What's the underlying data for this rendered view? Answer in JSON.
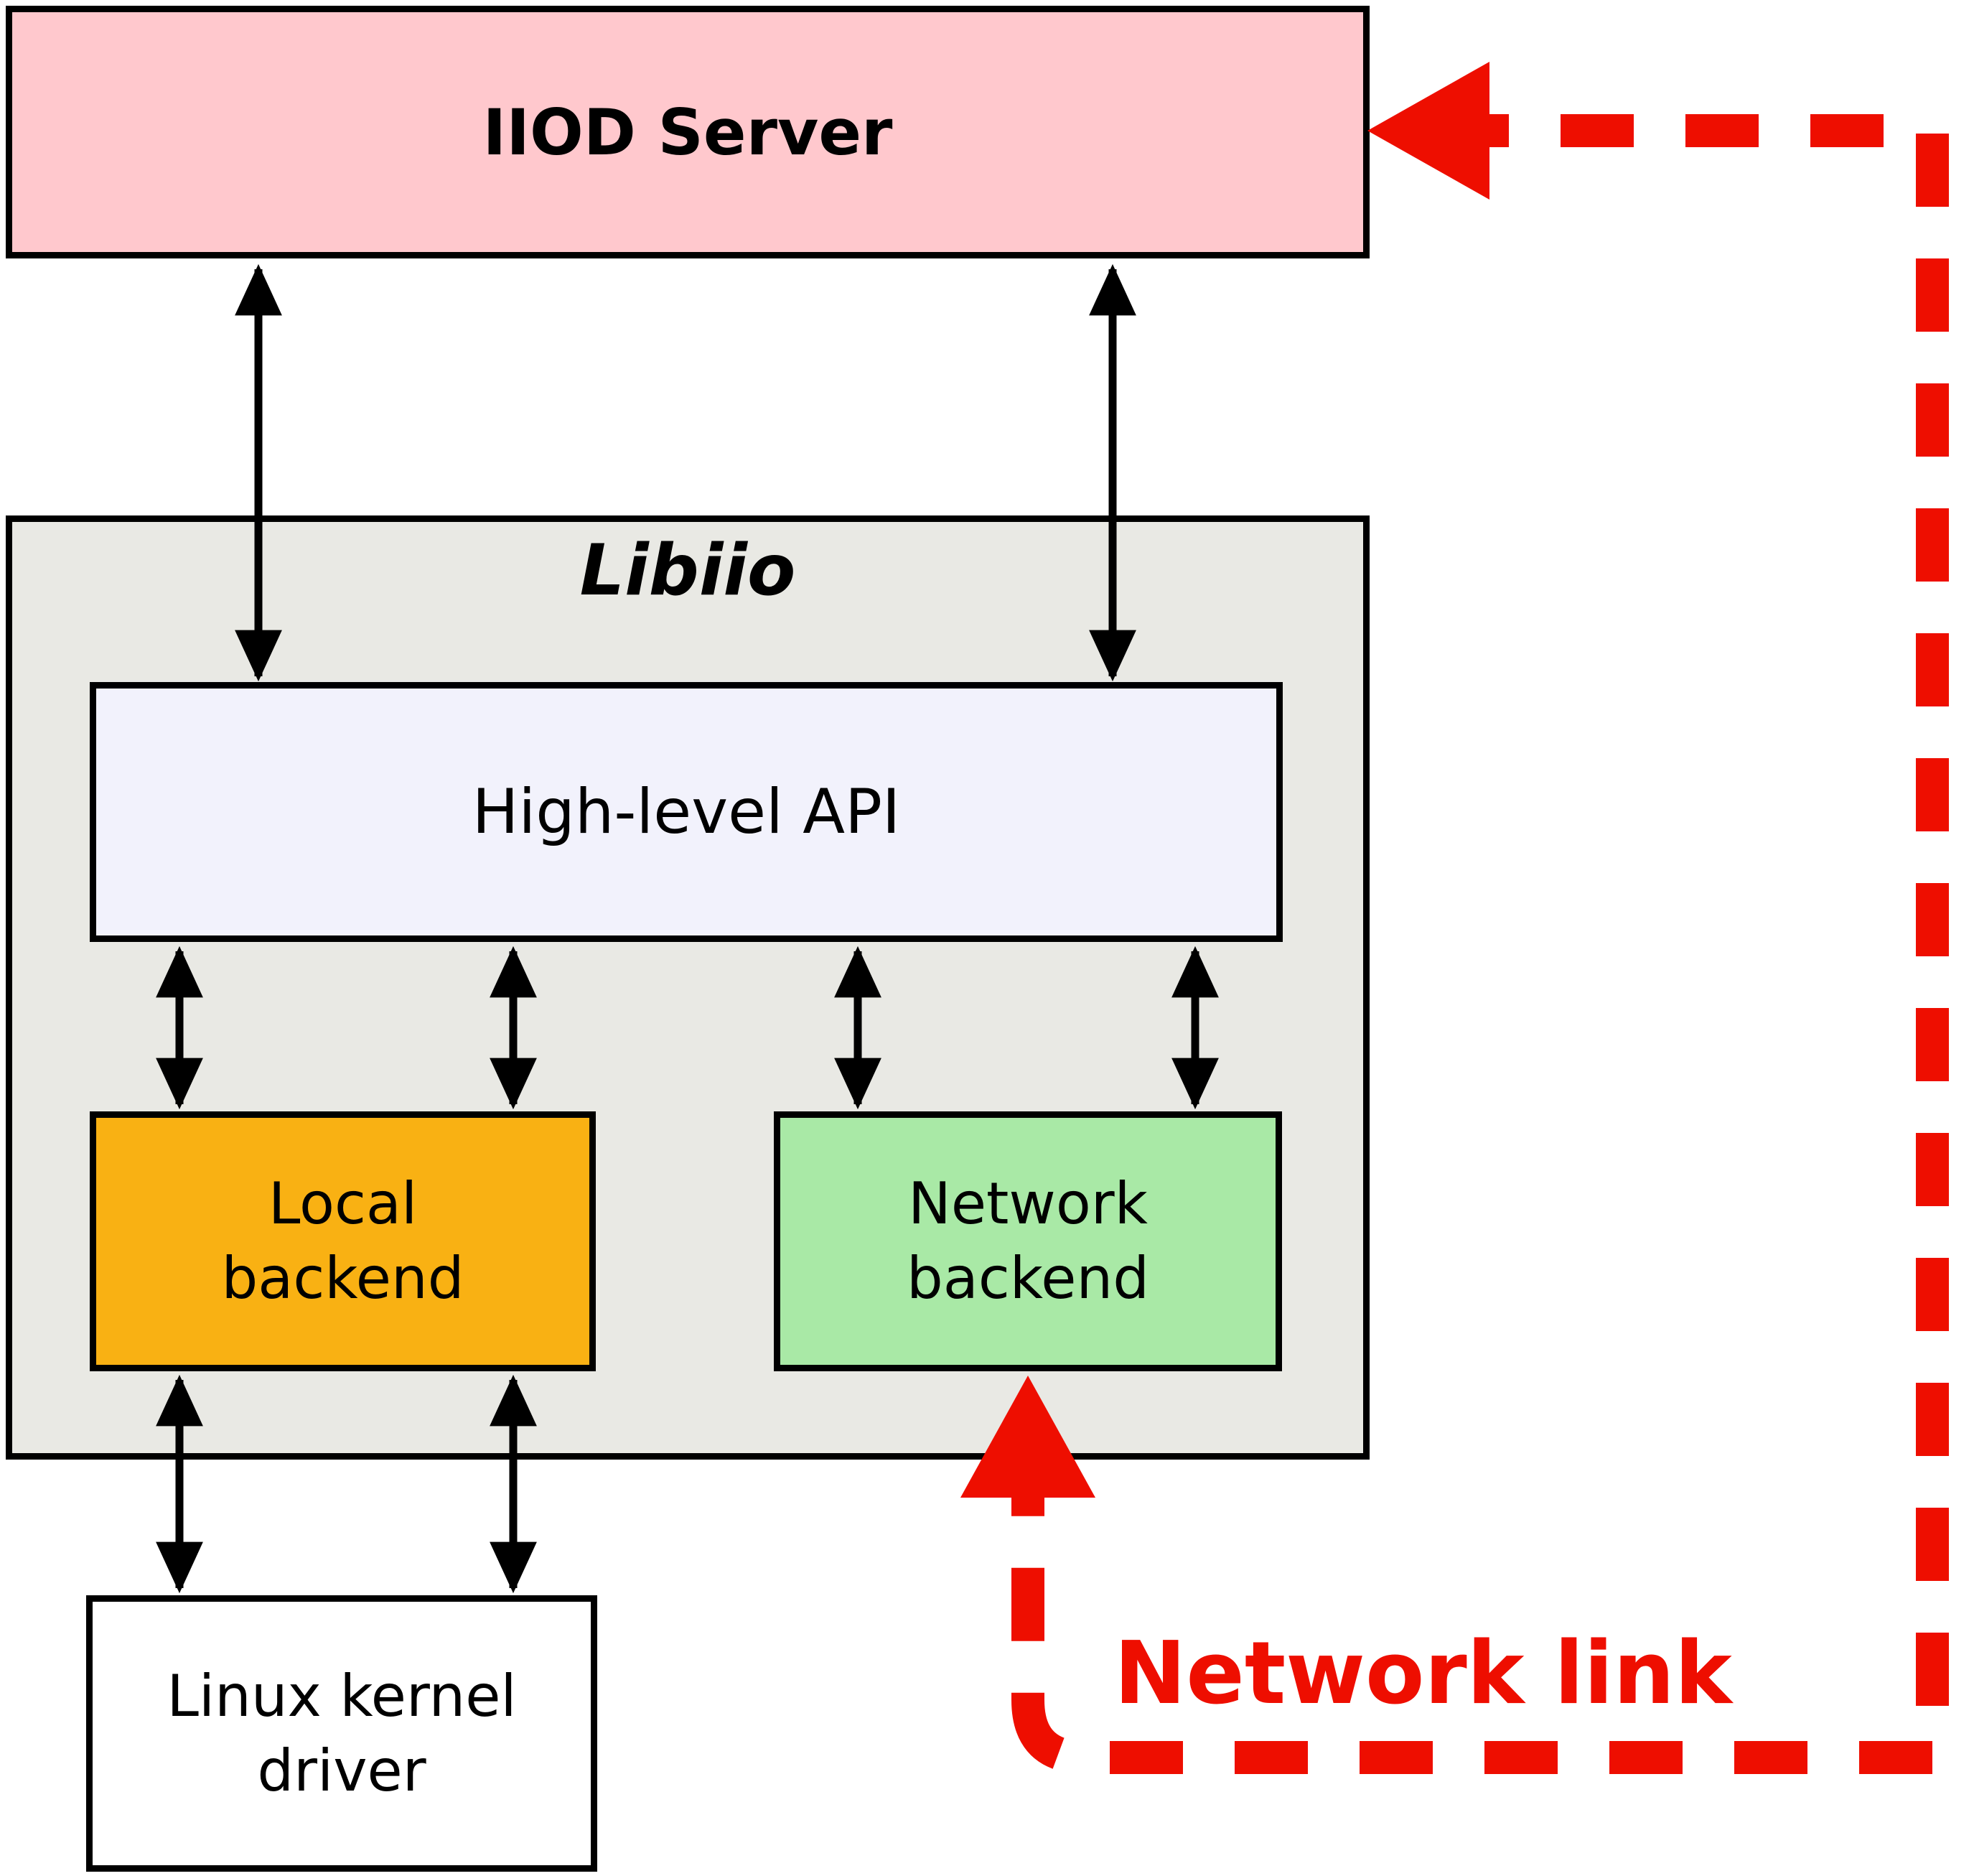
{
  "nodes": {
    "iiod_server": {
      "label": "IIOD Server"
    },
    "libiio": {
      "label": "Libiio"
    },
    "high_level_api": {
      "label": "High-level API"
    },
    "local_backend": {
      "label": "Local backend"
    },
    "network_backend": {
      "label": "Network backend"
    },
    "linux_kernel_driver": {
      "label": "Linux kernel driver"
    }
  },
  "annotations": {
    "network_link": {
      "label": "Network link"
    }
  },
  "colors": {
    "iiod_bg": "#ffc8cd",
    "libiio_bg": "#e9e9e4",
    "api_bg": "#f2f2fc",
    "local_bg": "#f9b113",
    "network_bg": "#a9e9a6",
    "kernel_bg": "#ffffff",
    "link_red": "#ee0e00",
    "wire_black": "#000000"
  },
  "edges": [
    {
      "from": "iiod_server",
      "to": "high_level_api",
      "style": "black-double-arrow",
      "lane": "left"
    },
    {
      "from": "iiod_server",
      "to": "high_level_api",
      "style": "black-double-arrow",
      "lane": "right"
    },
    {
      "from": "high_level_api",
      "to": "local_backend",
      "style": "black-double-arrow",
      "lane": "left"
    },
    {
      "from": "high_level_api",
      "to": "local_backend",
      "style": "black-double-arrow",
      "lane": "right"
    },
    {
      "from": "high_level_api",
      "to": "network_backend",
      "style": "black-double-arrow",
      "lane": "left"
    },
    {
      "from": "high_level_api",
      "to": "network_backend",
      "style": "black-double-arrow",
      "lane": "right"
    },
    {
      "from": "local_backend",
      "to": "linux_kernel_driver",
      "style": "black-double-arrow",
      "lane": "left"
    },
    {
      "from": "local_backend",
      "to": "linux_kernel_driver",
      "style": "black-double-arrow",
      "lane": "right"
    },
    {
      "from": "network_backend",
      "to": "iiod_server",
      "style": "red-dashed-network-link",
      "arrow_ends": [
        "iiod_server",
        "network_backend"
      ]
    }
  ]
}
